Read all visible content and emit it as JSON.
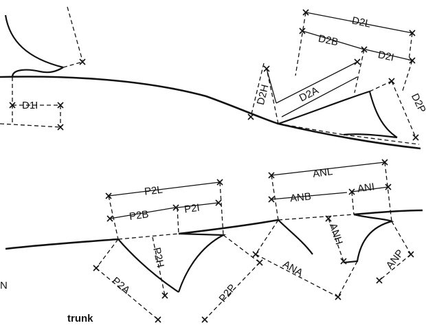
{
  "labels": {
    "D2L": "D2L",
    "D2B": "D2B",
    "D2I": "D2I",
    "D2H": "D2H",
    "D2A": "D2A",
    "D2P": "D2P",
    "D1I": "D1I",
    "P2L": "P2L",
    "P2B": "P2B",
    "P2I": "P2I",
    "P2H": "P2H",
    "P2A": "P2A",
    "P2P": "P2P",
    "ANL": "ANL",
    "ANB": "ANB",
    "ANI": "ANI",
    "ANH": "ANH",
    "ANA": "ANA",
    "ANP": "ANP",
    "trunk": "trunk",
    "edge_letter": "N"
  }
}
